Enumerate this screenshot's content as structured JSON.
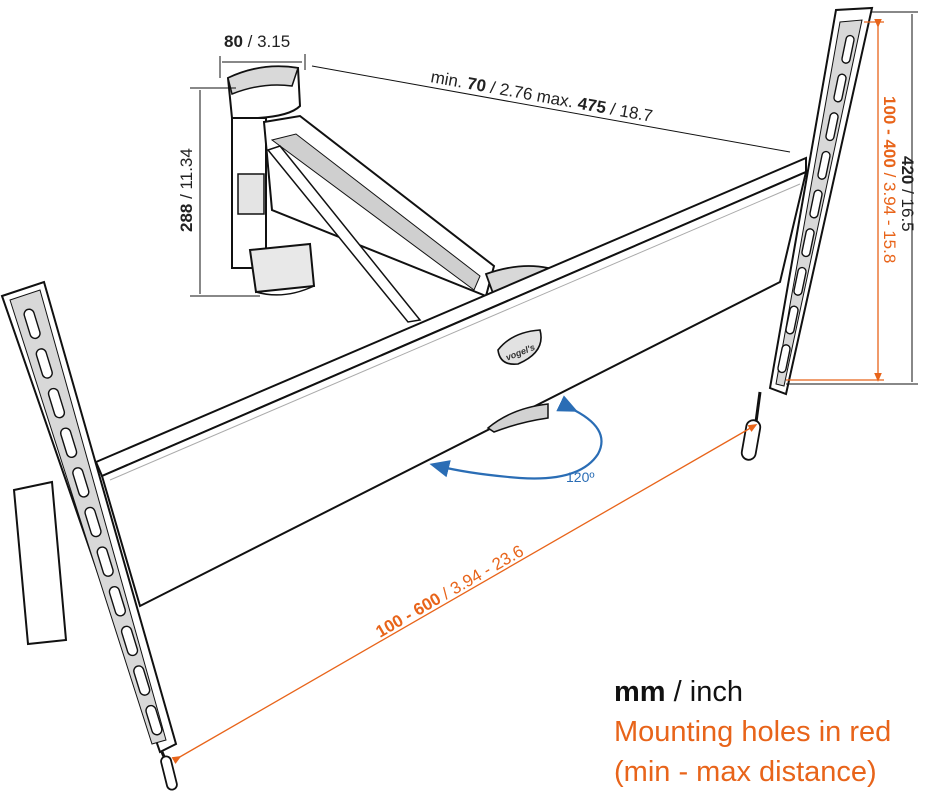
{
  "dimensions": {
    "depth": {
      "bold": "80",
      "rest": " / 3.15"
    },
    "extension": {
      "p1": "min. ",
      "b1": "70",
      "p2": " / 2.76 max. ",
      "b2": "475",
      "p3": " / 18.7"
    },
    "height": {
      "bold": "288",
      "rest": " / 11.34"
    },
    "vesa_height": {
      "bold": "420",
      "rest": " / 16.5"
    },
    "holes_vertical": {
      "bold": "100 - 400",
      "rest": " / 3.94 - 15.8"
    },
    "holes_horizontal": {
      "bold": "100 - 600",
      "rest": " / 3.94 - 23.6"
    },
    "rotation": "120º"
  },
  "brand_logo": "vogel's",
  "legend": {
    "units_bold": "mm",
    "units_rest": " / inch",
    "note_line1": "Mounting holes in red",
    "note_line2": "(min - max distance)"
  },
  "colors": {
    "dimension_text": "#222222",
    "mounting_holes": "#e8641a",
    "rotation_arrow": "#2a6db5"
  }
}
